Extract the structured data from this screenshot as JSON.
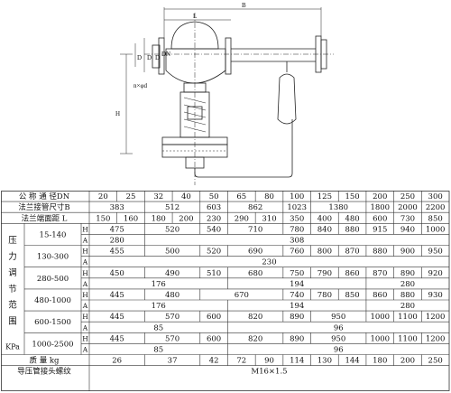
{
  "drawing": {
    "labels": {
      "B": "B",
      "L": "L",
      "D2": "D",
      "D1": "D",
      "D": "D",
      "DN": "DN",
      "flange_bolts": "n×φd",
      "H": "H"
    }
  },
  "table": {
    "header": {
      "label": "公 称 通 径DN",
      "values": [
        "20",
        "25",
        "32",
        "40",
        "50",
        "65",
        "80",
        "100",
        "125",
        "150",
        "200",
        "250",
        "300"
      ]
    },
    "row_b": {
      "label": "法兰接管尺寸B",
      "cells": [
        [
          "383",
          2
        ],
        [
          "512",
          2
        ],
        [
          "603",
          1
        ],
        [
          "862",
          2
        ],
        [
          "1023",
          1
        ],
        [
          "1380",
          2
        ],
        [
          "1800",
          1
        ],
        [
          "2000",
          1
        ],
        [
          "2200",
          1
        ]
      ]
    },
    "row_l": {
      "label": "法兰端面距  L",
      "values": [
        "150",
        "160",
        "180",
        "200",
        "230",
        "290",
        "310",
        "350",
        "400",
        "480",
        "600",
        "730",
        "850"
      ]
    },
    "pressure_group": {
      "label_chars": [
        "压",
        "力",
        "调",
        "节",
        "范",
        "围"
      ],
      "unit": "KPa",
      "ranges": [
        {
          "range": "15-140",
          "h": [
            [
              "475",
              2
            ],
            [
              "520",
              2
            ],
            [
              "540",
              1
            ],
            [
              "710",
              2
            ],
            [
              "780",
              1
            ],
            [
              "840",
              1
            ],
            [
              "880",
              1
            ],
            [
              "915",
              1
            ],
            [
              "940",
              1
            ],
            [
              "1000",
              1
            ]
          ],
          "a": [
            [
              "280",
              2
            ],
            [
              "308",
              11
            ]
          ]
        },
        {
          "range": "130-300",
          "h": [
            [
              "455",
              2
            ],
            [
              "500",
              2
            ],
            [
              "520",
              1
            ],
            [
              "690",
              2
            ],
            [
              "760",
              1
            ],
            [
              "800",
              1
            ],
            [
              "870",
              1
            ],
            [
              "880",
              1
            ],
            [
              "900",
              1
            ],
            [
              "950",
              1
            ]
          ],
          "a": [
            [
              "230",
              13
            ]
          ]
        },
        {
          "range": "280-500",
          "h": [
            [
              "450",
              2
            ],
            [
              "490",
              2
            ],
            [
              "510",
              1
            ],
            [
              "680",
              2
            ],
            [
              "750",
              1
            ],
            [
              "790",
              1
            ],
            [
              "860",
              1
            ],
            [
              "870",
              1
            ],
            [
              "890",
              1
            ],
            [
              "920",
              1
            ]
          ],
          "a": [
            [
              "176",
              5
            ],
            [
              "194",
              5
            ],
            [
              "280",
              3
            ]
          ]
        },
        {
          "range": "480-1000",
          "h": [
            [
              "445",
              2
            ],
            [
              "480",
              2
            ],
            [
              "670",
              3
            ],
            [
              "740",
              1
            ],
            [
              "780",
              1
            ],
            [
              "850",
              1
            ],
            [
              "860",
              1
            ],
            [
              "880",
              1
            ],
            [
              "930",
              1
            ]
          ],
          "a": [
            [
              "176",
              5
            ],
            [
              "194",
              5
            ],
            [
              "280",
              3
            ]
          ]
        },
        {
          "range": "600-1500",
          "h": [
            [
              "445",
              2
            ],
            [
              "570",
              2
            ],
            [
              "600",
              1
            ],
            [
              "820",
              2
            ],
            [
              "890",
              1
            ],
            [
              "950",
              2
            ],
            [
              "1000",
              1
            ],
            [
              "1100",
              1
            ],
            [
              "1200",
              1
            ]
          ],
          "a": [
            [
              "85",
              5
            ],
            [
              "96",
              8
            ]
          ]
        },
        {
          "range": "1000-2500",
          "h": [
            [
              "445",
              2
            ],
            [
              "570",
              2
            ],
            [
              "600",
              1
            ],
            [
              "820",
              2
            ],
            [
              "890",
              1
            ],
            [
              "950",
              2
            ],
            [
              "1000",
              1
            ],
            [
              "1100",
              1
            ],
            [
              "1200",
              1
            ]
          ],
          "a": [
            [
              "85",
              5
            ],
            [
              "96",
              8
            ]
          ]
        }
      ],
      "h_mark": "H",
      "a_mark": "A"
    },
    "row_mass": {
      "label": "质      量  kg",
      "values": [
        "26",
        "37",
        "42",
        "72",
        "90",
        "114",
        "130",
        "144",
        "180",
        "200",
        "250"
      ]
    },
    "row_thread": {
      "label": "导压管接头螺纹",
      "value": "M16×1.5"
    }
  }
}
